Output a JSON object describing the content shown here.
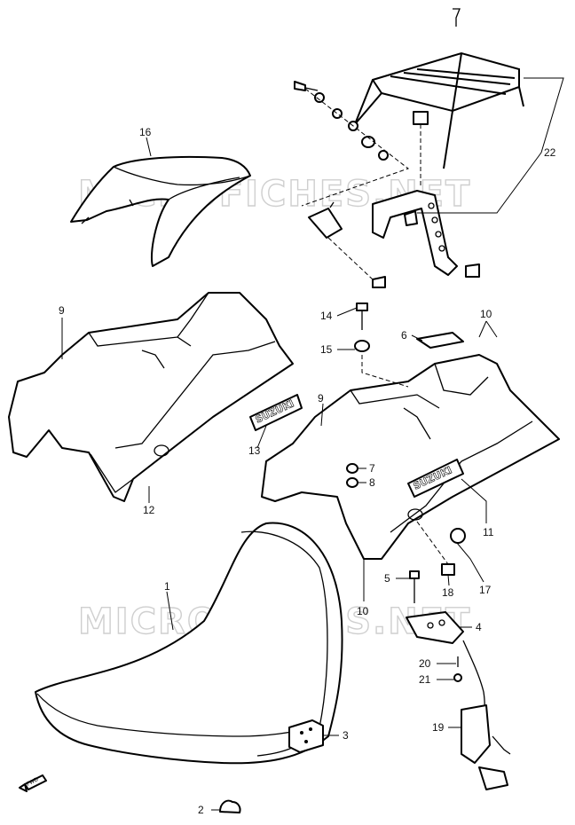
{
  "watermark": {
    "top": "MICROFICHES.NET",
    "bottom": "MICROFICHES.NET"
  },
  "brand_decal": {
    "text_a": "SUZUKI",
    "text_b": "SUZUKI"
  },
  "callouts": [
    {
      "id": "c1",
      "label": "1"
    },
    {
      "id": "c2",
      "label": "2"
    },
    {
      "id": "c3",
      "label": "3"
    },
    {
      "id": "c4",
      "label": "4"
    },
    {
      "id": "c5",
      "label": "5"
    },
    {
      "id": "c6",
      "label": "6"
    },
    {
      "id": "c7",
      "label": "7"
    },
    {
      "id": "c8",
      "label": "8"
    },
    {
      "id": "c9a",
      "label": "9"
    },
    {
      "id": "c9b",
      "label": "9"
    },
    {
      "id": "c10a",
      "label": "10"
    },
    {
      "id": "c10b",
      "label": "10"
    },
    {
      "id": "c11",
      "label": "11"
    },
    {
      "id": "c12",
      "label": "12"
    },
    {
      "id": "c13",
      "label": "13"
    },
    {
      "id": "c14",
      "label": "14"
    },
    {
      "id": "c15",
      "label": "15"
    },
    {
      "id": "c16",
      "label": "16"
    },
    {
      "id": "c17",
      "label": "17"
    },
    {
      "id": "c18",
      "label": "18"
    },
    {
      "id": "c19",
      "label": "19"
    },
    {
      "id": "c20",
      "label": "20"
    },
    {
      "id": "c21",
      "label": "21"
    },
    {
      "id": "c22",
      "label": "22"
    }
  ],
  "orientation_marker": "FWD"
}
